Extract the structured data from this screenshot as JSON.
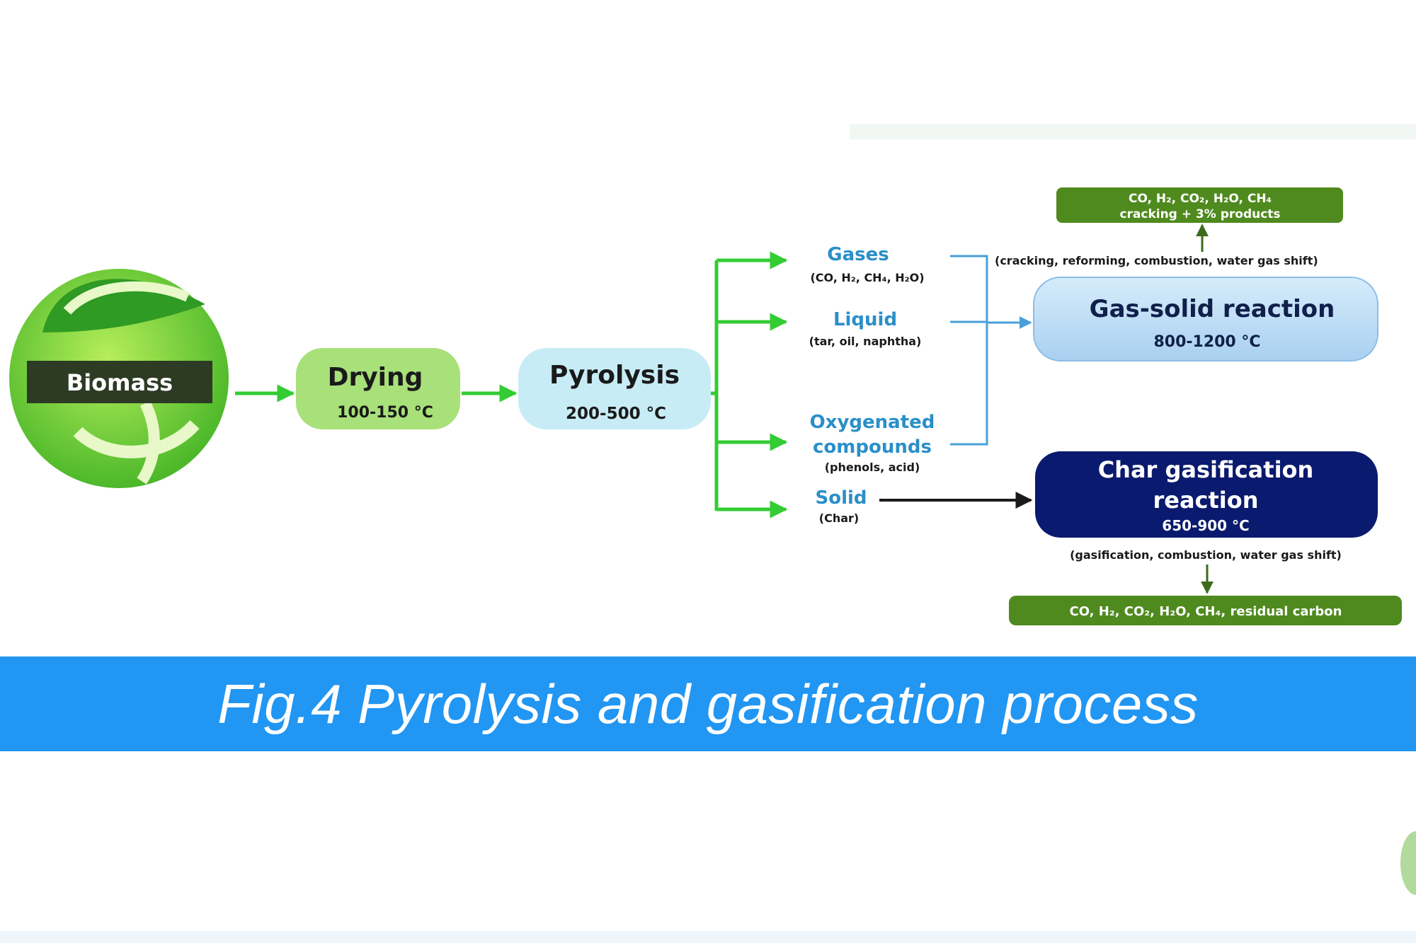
{
  "colors": {
    "green_arrow": "#33cc33",
    "blue_text": "#2a8fc8",
    "light_blue_box": "#bcdcf4",
    "dark_navy_box": "#0a1a6e",
    "olive_box": "#4f8a1e",
    "drying_box": "#a8e07a",
    "pyrolysis_box": "#c8ecf5",
    "caption_bar": "#2196f3"
  },
  "nodes": {
    "biomass": "Biomass",
    "drying": {
      "label": "Drying",
      "temp": "100-150 °C"
    },
    "pyrolysis": {
      "label": "Pyrolysis",
      "temp": "200-500 °C"
    },
    "gases": {
      "label": "Gases",
      "detail": "(CO, H₂, CH₄, H₂O)"
    },
    "liquid": {
      "label": "Liquid",
      "detail": "(tar, oil, naphtha)"
    },
    "oxygenated": {
      "label_line1": "Oxygenated",
      "label_line2": "compounds",
      "detail": "(phenols, acid)"
    },
    "solid": {
      "label": "Solid",
      "detail": "(Char)"
    },
    "gas_solid_reaction": {
      "label": "Gas-solid reaction",
      "temp": "800-1200 °C"
    },
    "char_gasification": {
      "label_line1": "Char gasification",
      "label_line2": "reaction",
      "temp": "650-900 °C"
    },
    "top_products": {
      "line1": "CO, H₂, CO₂, H₂O, CH₄",
      "line2": "cracking + 3% products"
    },
    "bottom_products": "CO, H₂, CO₂, H₂O, CH₄, residual carbon"
  },
  "annotations": {
    "gas_reactions": "(cracking, reforming, combustion, water gas shift)",
    "char_reactions": "(gasification, combustion, water gas shift)"
  },
  "caption": "Fig.4 Pyrolysis and gasification process"
}
